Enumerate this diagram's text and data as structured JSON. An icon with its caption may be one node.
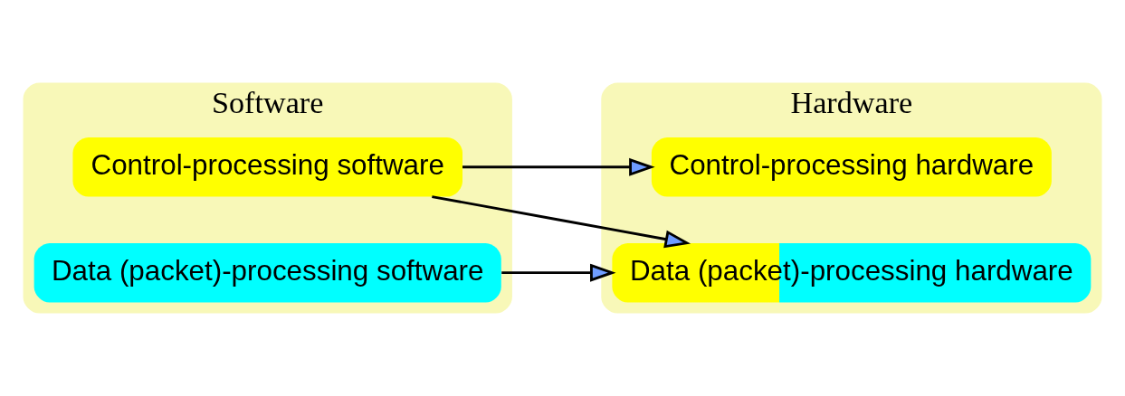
{
  "diagram": {
    "nodes": [
      {
        "text": [
          "Software"
        ]
      },
      {
        "text": [
          "Control-processing software"
        ],
        "in": 0
      },
      {
        "text": [
          "Data (packet)-processing software"
        ],
        "in": 0
      },
      {
        "text": [
          "Hardware"
        ]
      },
      {
        "text": [
          "Control-processing hardware"
        ],
        "in": 3
      },
      {
        "text": [
          "Data (packet)-processing hardware"
        ],
        "in": 3
      }
    ],
    "edges": [
      {
        "from": 1,
        "to": 4,
        "arrow": "to"
      },
      {
        "from": 1,
        "to": 5,
        "arrow": "to"
      },
      {
        "from": 2,
        "to": 5,
        "arrow": "to"
      }
    ]
  }
}
